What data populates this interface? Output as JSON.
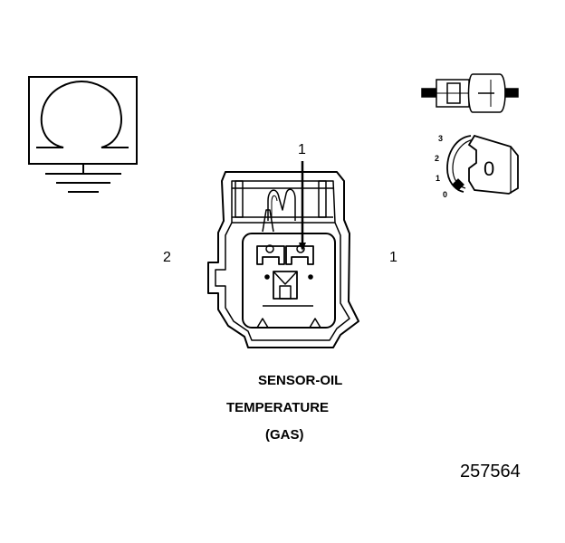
{
  "connector_pins": {
    "callout_pin": "1",
    "left_pin": "2",
    "right_pin": "1"
  },
  "view_key": {
    "icon": "cavity-position-dial-icon",
    "position_labels": [
      "3",
      "2",
      "1",
      "0"
    ],
    "cap_letter": "0"
  },
  "symbol": {
    "icon": "omega-ground-symbol-icon"
  },
  "caption": {
    "line1": "SENSOR-OIL",
    "line2": "TEMPERATURE",
    "line3": "(GAS)"
  },
  "figure_number": "257564"
}
